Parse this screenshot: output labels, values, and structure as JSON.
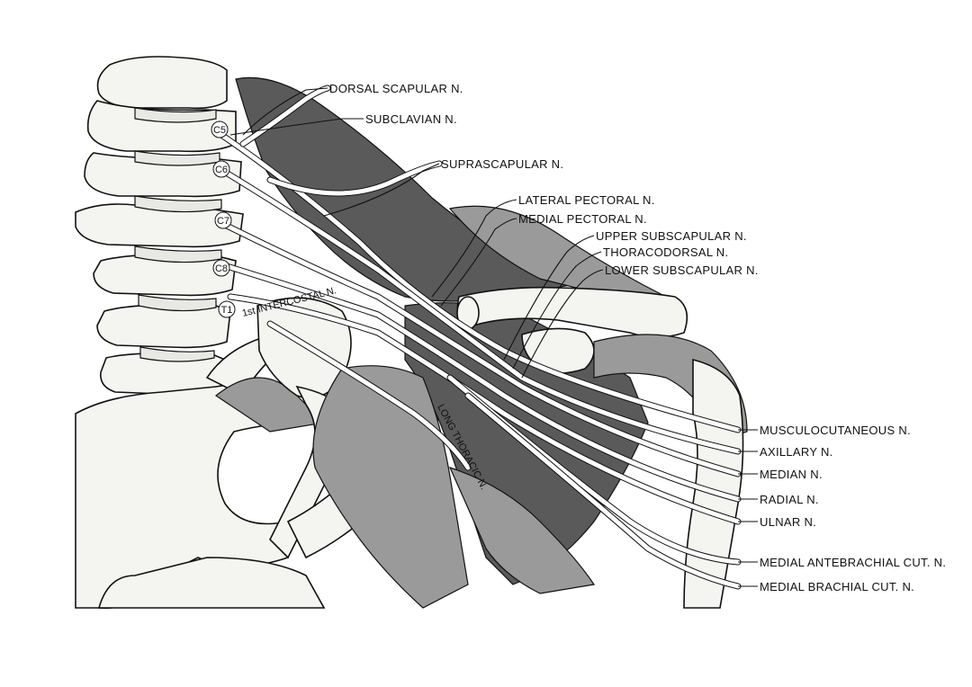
{
  "vertebra_labels": [
    "C5",
    "C6",
    "C7",
    "C8",
    "T1"
  ],
  "labels": {
    "dorsal_scapular": "DORSAL SCAPULAR N.",
    "subclavian": "SUBCLAVIAN N.",
    "suprascapular": "SUPRASCAPULAR N.",
    "lateral_pectoral": "LATERAL PECTORAL N.",
    "medial_pectoral": "MEDIAL PECTORAL N.",
    "upper_subscapular": "UPPER SUBSCAPULAR N.",
    "thoracodorsal": "THORACODORSAL N.",
    "lower_subscapular": "LOWER SUBSCAPULAR N.",
    "musculocutaneous": "MUSCULOCUTANEOUS N.",
    "axillary": "AXILLARY N.",
    "median": "MEDIAN N.",
    "radial": "RADIAL N.",
    "ulnar": "ULNAR N.",
    "medial_antebrachial": "MEDIAL ANTEBRACHIAL CUT. N.",
    "medial_brachial": "MEDIAL BRACHIAL CUT. N.",
    "first_intercostal": "1st INTERCOSTAL N.",
    "long_thoracic": "LONG THORACIC N."
  },
  "colors": {
    "ink": "#111111",
    "paper": "#ffffff",
    "bone": "#f4f4f0",
    "muscle_dark": "#5a5a5a",
    "muscle_light": "#9a9a9a"
  }
}
